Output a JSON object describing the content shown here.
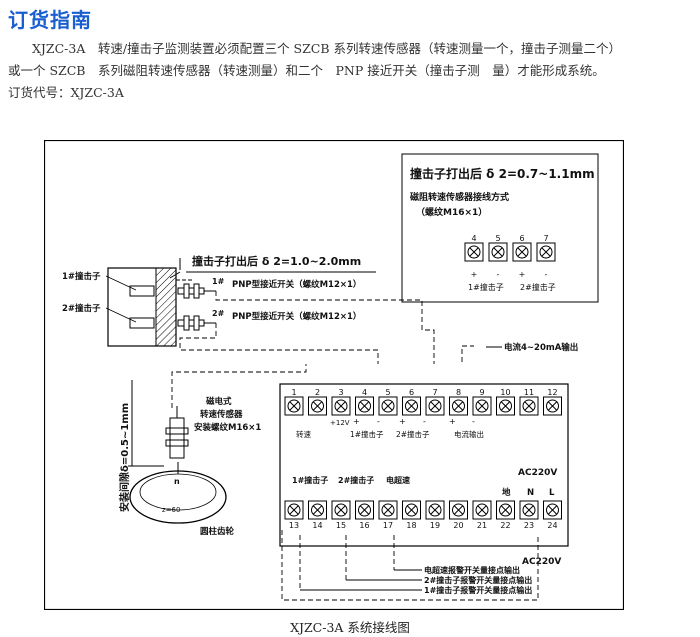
{
  "section_title": "订货指南",
  "intro": {
    "line1": "XJZC-3A　转速/撞击子监测装置必须配置三个 SZCB 系列转速传感器（转速测量一个，撞击子测量二个）",
    "line2": "或一个 SZCB　系列磁阻转速传感器（转速测量）和二个　PNP 接近开关（撞击子测　量）才能形成系统。"
  },
  "order_code": "订货代号：XJZC-3A",
  "diagram": {
    "inset_title": "撞击子打出后 δ 2=0.7~1.1mm",
    "inset_subtitle": "磁阻转速传感器接线方式",
    "inset_subtitle2": "（螺纹M16×1）",
    "inset_terms": [
      "4",
      "5",
      "6",
      "7"
    ],
    "inset_signs": [
      "+",
      "-",
      "+",
      "-"
    ],
    "inset_label1": "1#撞击子",
    "inset_label2": "2#撞击子",
    "strike_title": "撞击子打出后 δ 2=1.0~2.0mm",
    "striker1_label": "1#撞击子",
    "striker2_label": "2#撞击子",
    "switch1_num": "1#",
    "switch1_desc": "PNP型接近开关（螺纹M12×1）",
    "switch2_num": "2#",
    "switch2_desc": "PNP型接近开关（螺纹M12×1）",
    "current_out": "电流4~20mA输出",
    "magnetic_sensor_l1": "磁电式",
    "magnetic_sensor_l2": "转速传感器",
    "magnetic_sensor_l3": "安装螺纹M16×1",
    "gap_label": "安装间隙δ=0.5~1mm",
    "gear_n": "n",
    "gear_z": "z=60",
    "gear_label": "圆柱齿轮",
    "top_terms": [
      "1",
      "2",
      "3",
      "4",
      "5",
      "6",
      "7",
      "8",
      "9",
      "10",
      "11",
      "12"
    ],
    "bottom_terms": [
      "13",
      "14",
      "15",
      "16",
      "17",
      "18",
      "19",
      "20",
      "21",
      "22",
      "23",
      "24"
    ],
    "term_plus12": "+12V",
    "top_sign_plus": "+",
    "top_sign_minus": "-",
    "speed_label": "转速",
    "top_s1": "1#撞击子",
    "top_s2": "2#撞击子",
    "current_label": "电流输出",
    "alarm1": "1#撞击子",
    "alarm2": "2#撞击子",
    "overspeed": "电超速",
    "ac_top": "AC220V",
    "ground": "地",
    "n_label": "N",
    "l_label": "L",
    "ac_bottom": "AC220V",
    "out1": "电超速报警开关量接点输出",
    "out2": "2#撞击子报警开关量接点输出",
    "out3": "1#撞击子报警开关量接点输出"
  },
  "caption": "XJZC-3A 系统接线图"
}
